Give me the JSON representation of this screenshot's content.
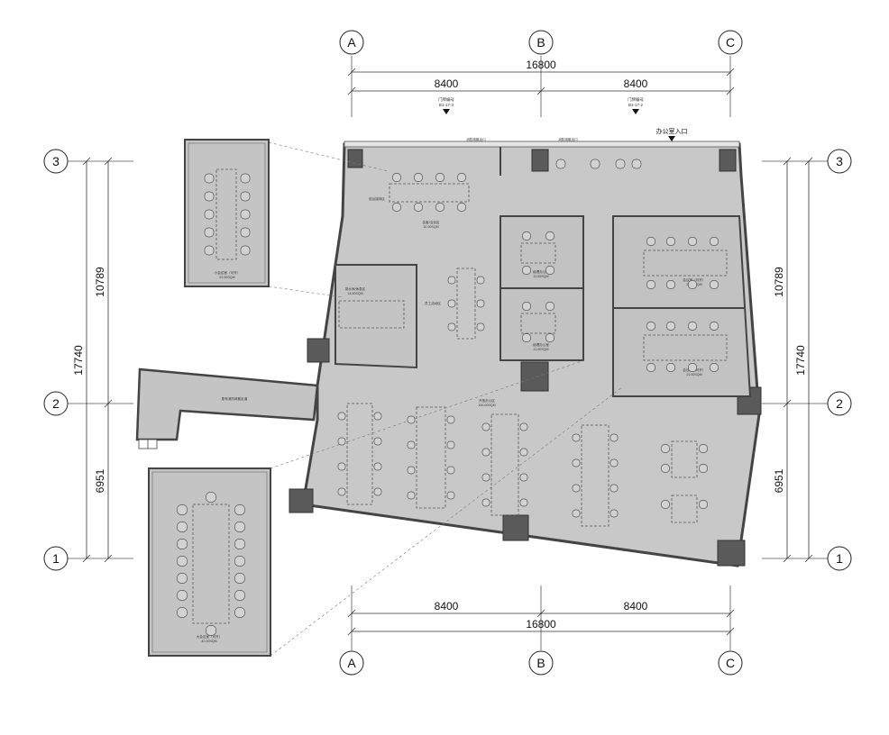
{
  "grid": {
    "columns": [
      "A",
      "B",
      "C"
    ],
    "rows": [
      "3",
      "2",
      "1"
    ]
  },
  "dimensions": {
    "total_width": "16800",
    "bay_left": "8400",
    "bay_right": "8400",
    "total_height": "17740",
    "upper_span": "10789",
    "lower_span": "6951"
  },
  "doors": {
    "door_left": {
      "line1": "门牌编号",
      "line2": "B1-17-3"
    },
    "door_right": {
      "line1": "门牌编号",
      "line2": "B1-17-2"
    }
  },
  "labels": {
    "office_entrance": "办公室入口",
    "fire_exit_1": "消防疏散出口",
    "fire_exit_2": "消防疏散出口",
    "meeting_large": "会客/洽谈区",
    "meeting_large_area": "32.00SQM",
    "front_desk": "前台接待区",
    "pantry": "茶水间/休息区",
    "pantry_area": "14.00SQM",
    "staff_area": "员工活动区",
    "open_office": "开放办公区",
    "open_office_area": "100.00SQM",
    "manager1": "经理办公室",
    "manager1_area": "11.00SQM",
    "manager2": "经理办公室",
    "manager2_area": "11.00SQM",
    "meeting_a": "会议室（可开）",
    "meeting_a_area": "21.00SQM",
    "meeting_b": "会议室（可开）",
    "meeting_b_area": "21.00SQM",
    "corridor": "原有消防疏散走道",
    "inset_top": "小会议室（可开）",
    "inset_top_area": "22.00SQM",
    "inset_bottom": "大会议室（可开）",
    "inset_bottom_area": "42.00SQM"
  }
}
